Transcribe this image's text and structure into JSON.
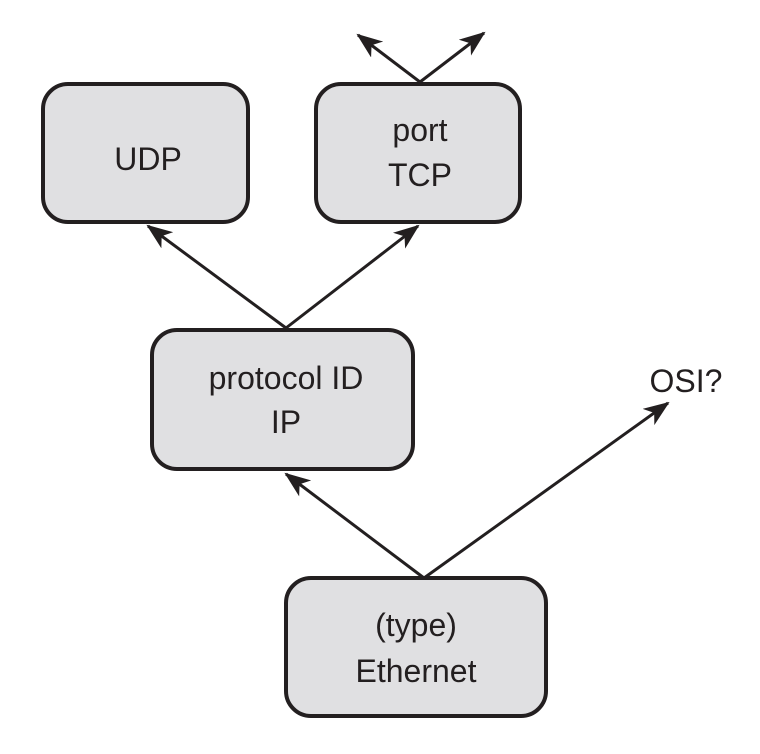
{
  "nodes": {
    "udp": {
      "label": "UDP"
    },
    "tcp": {
      "line1": "port",
      "line2": "TCP"
    },
    "ip": {
      "line1": "protocol ID",
      "line2": "IP"
    },
    "ethernet": {
      "line1": "(type)",
      "line2": "Ethernet"
    }
  },
  "labels": {
    "osi": "OSI?"
  }
}
